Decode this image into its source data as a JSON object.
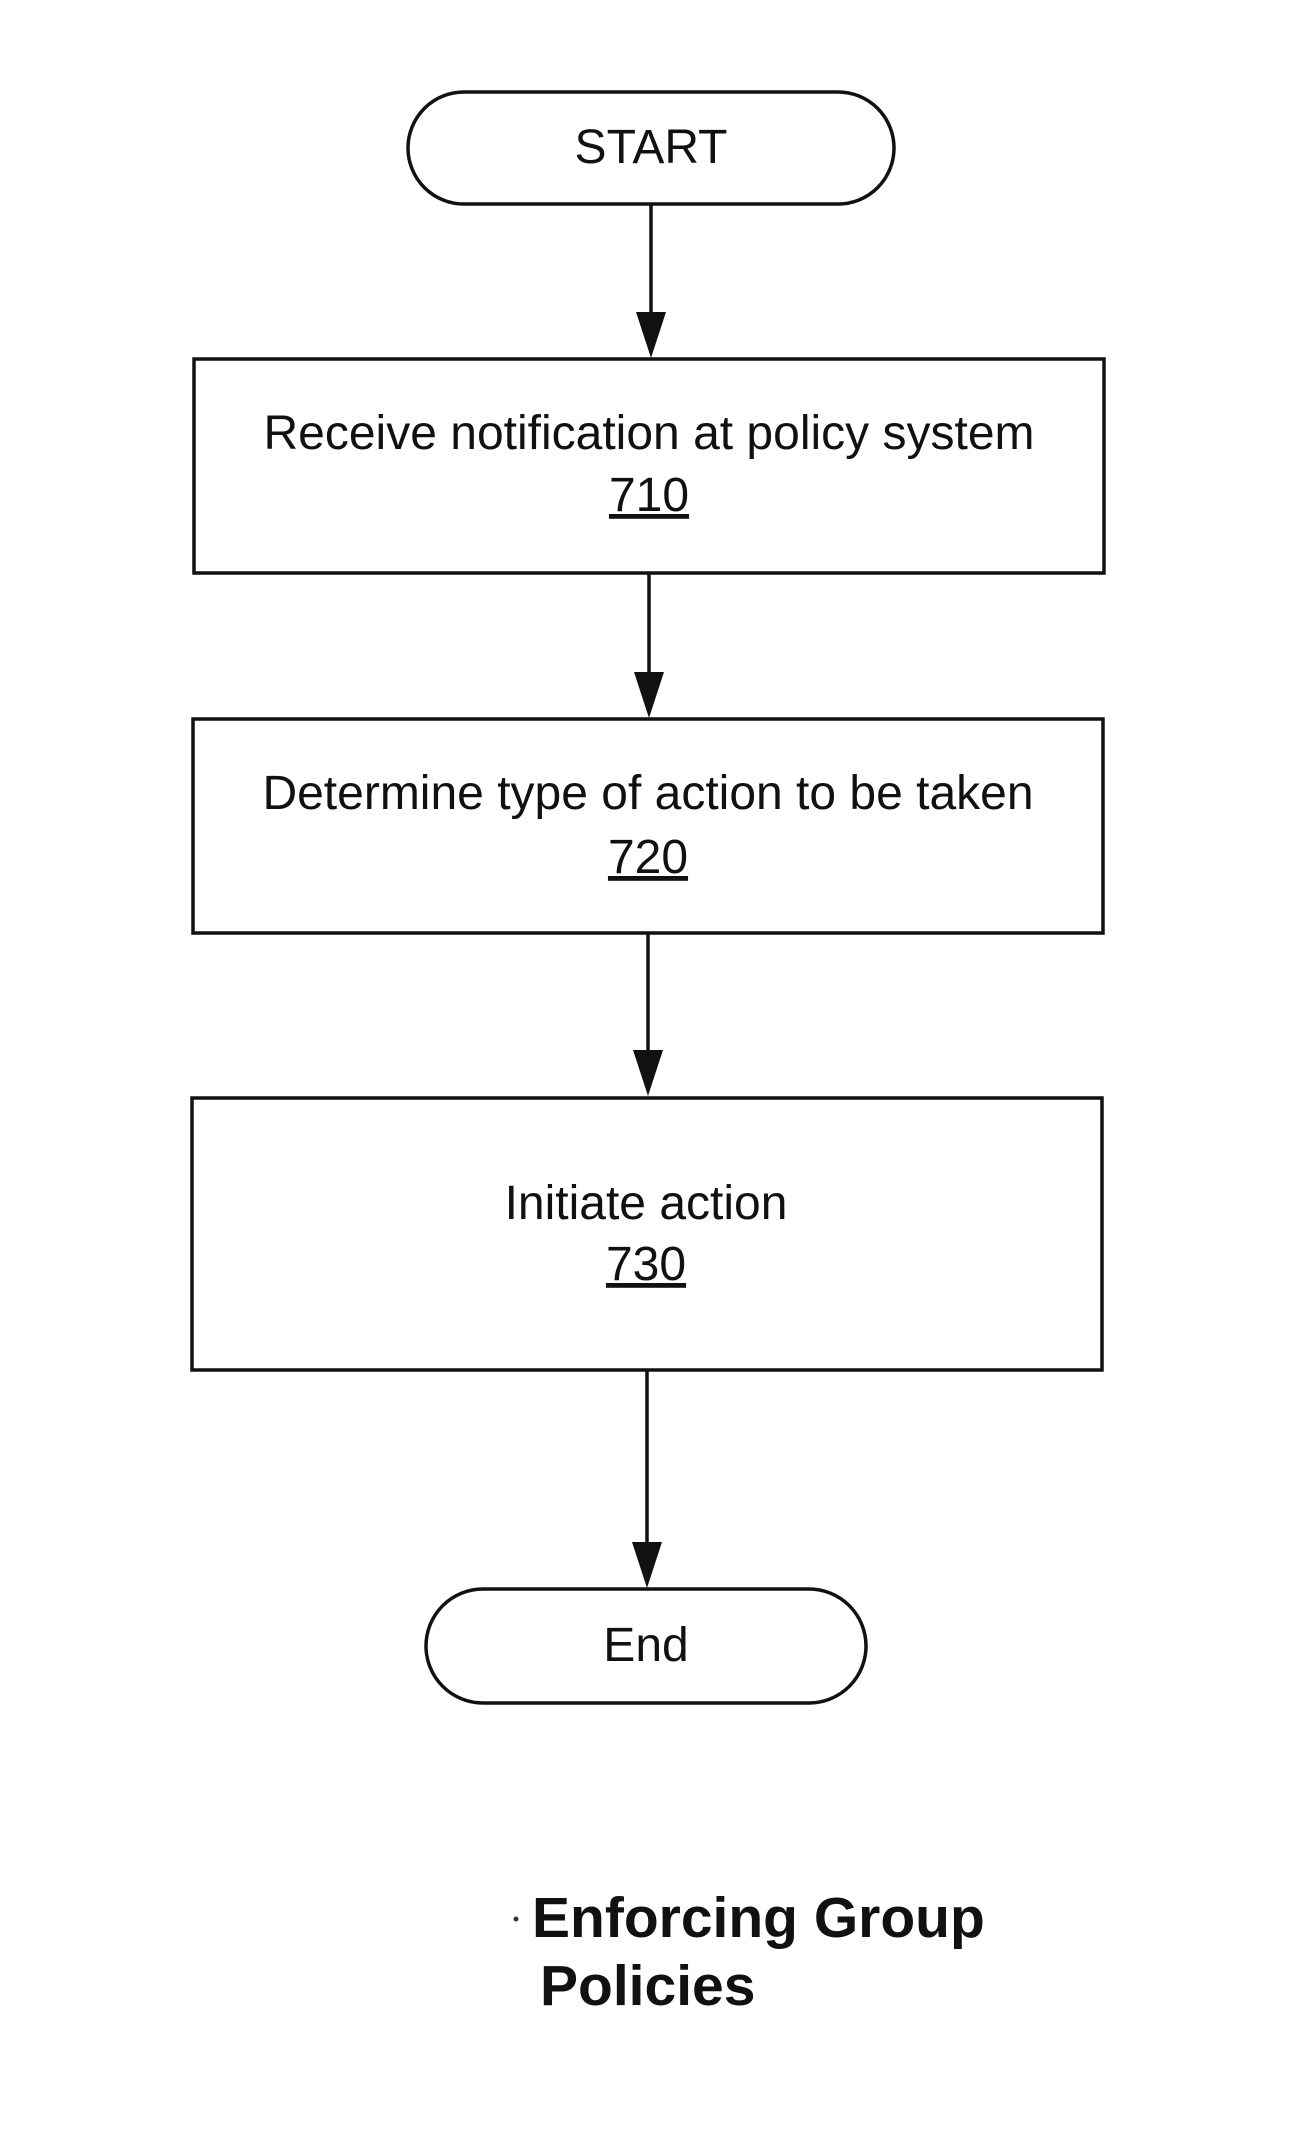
{
  "nodes": {
    "start": {
      "label": "START"
    },
    "step_710": {
      "label": "Receive notification at policy system",
      "ref": "710"
    },
    "step_720": {
      "label": "Determine type of action to be taken",
      "ref": "720"
    },
    "step_730": {
      "label": "Initiate action",
      "ref": "730"
    },
    "end": {
      "label": "End"
    }
  },
  "caption": {
    "line1": "Enforcing Group",
    "line2": "Policies"
  },
  "colors": {
    "ink": "#111111",
    "background": "#ffffff"
  }
}
